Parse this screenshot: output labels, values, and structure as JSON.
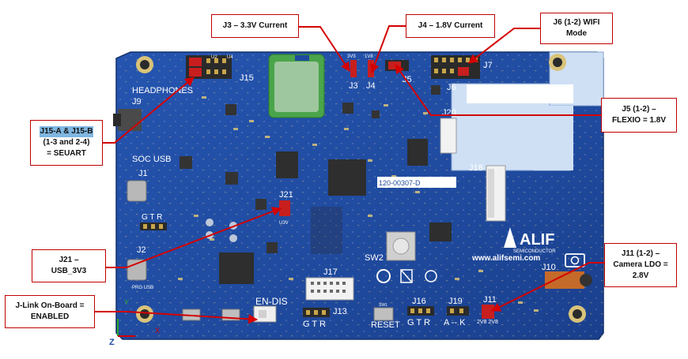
{
  "callouts": {
    "j3": "J3 – 3.3V Current",
    "j4": "J4 – 1.8V Current",
    "j6_line1": "J6 (1-2) WIFI",
    "j6_line2": "Mode",
    "j15_line1": "J15-A & J15-B",
    "j15_line2": "(1-3 and 2-4)",
    "j15_line3": "= SEUART",
    "j5_line1": "J5 (1-2) –",
    "j5_line2": "FLEXIO = 1.8V",
    "j21_line1": "J21 –",
    "j21_line2": "USB_3V3",
    "j11_line1": "J11 (1-2) –",
    "j11_line2": "Camera LDO =",
    "j11_line3": "2.8V",
    "jlink_line1": "J-Link On-Board =",
    "jlink_line2": "ENABLED"
  },
  "silkscreen": {
    "headphones": "HEADPHONES",
    "j9": "J9",
    "j15": "J15",
    "soc_usb": "SOC USB",
    "j1": "J1",
    "gtr_left": "G T R",
    "j2": "J2",
    "prg_usb": "PRG USB",
    "j3": "J3",
    "j4": "J4",
    "j5": "J5",
    "j6": "J6",
    "j7": "J7",
    "j20": "J20",
    "j18": "J18",
    "j21": "J21",
    "u3v": "U3V",
    "part_number": "120-00307-D",
    "sw2": "SW2",
    "brand": "ALIF",
    "brand_sub": "SEMICONDUCTOR",
    "website": "www.alifsemi.com",
    "j17": "J17",
    "j13": "J13",
    "gtr_bottom": "G T R",
    "en_dis": "EN-DIS",
    "sw1": "SW1",
    "reset": "RESET",
    "j16": "J16",
    "gtr_j16": "G T R",
    "j19": "J19",
    "a_k": "A -- K",
    "j11": "J11",
    "j11_pins": "2V8  2V8",
    "j10": "J10",
    "v3v3": "3V3",
    "v1v8": "1V8",
    "u2": "U2",
    "u4": "U4",
    "axis_z": "Z",
    "axis_x": "X",
    "axis_y": "Y"
  },
  "colors": {
    "pcb_blue": "#1f4a9e",
    "callout_border": "#c00000",
    "arrow": "#d40000",
    "jumper_red": "#c81e1e",
    "header_gold": "#c9a64a"
  }
}
